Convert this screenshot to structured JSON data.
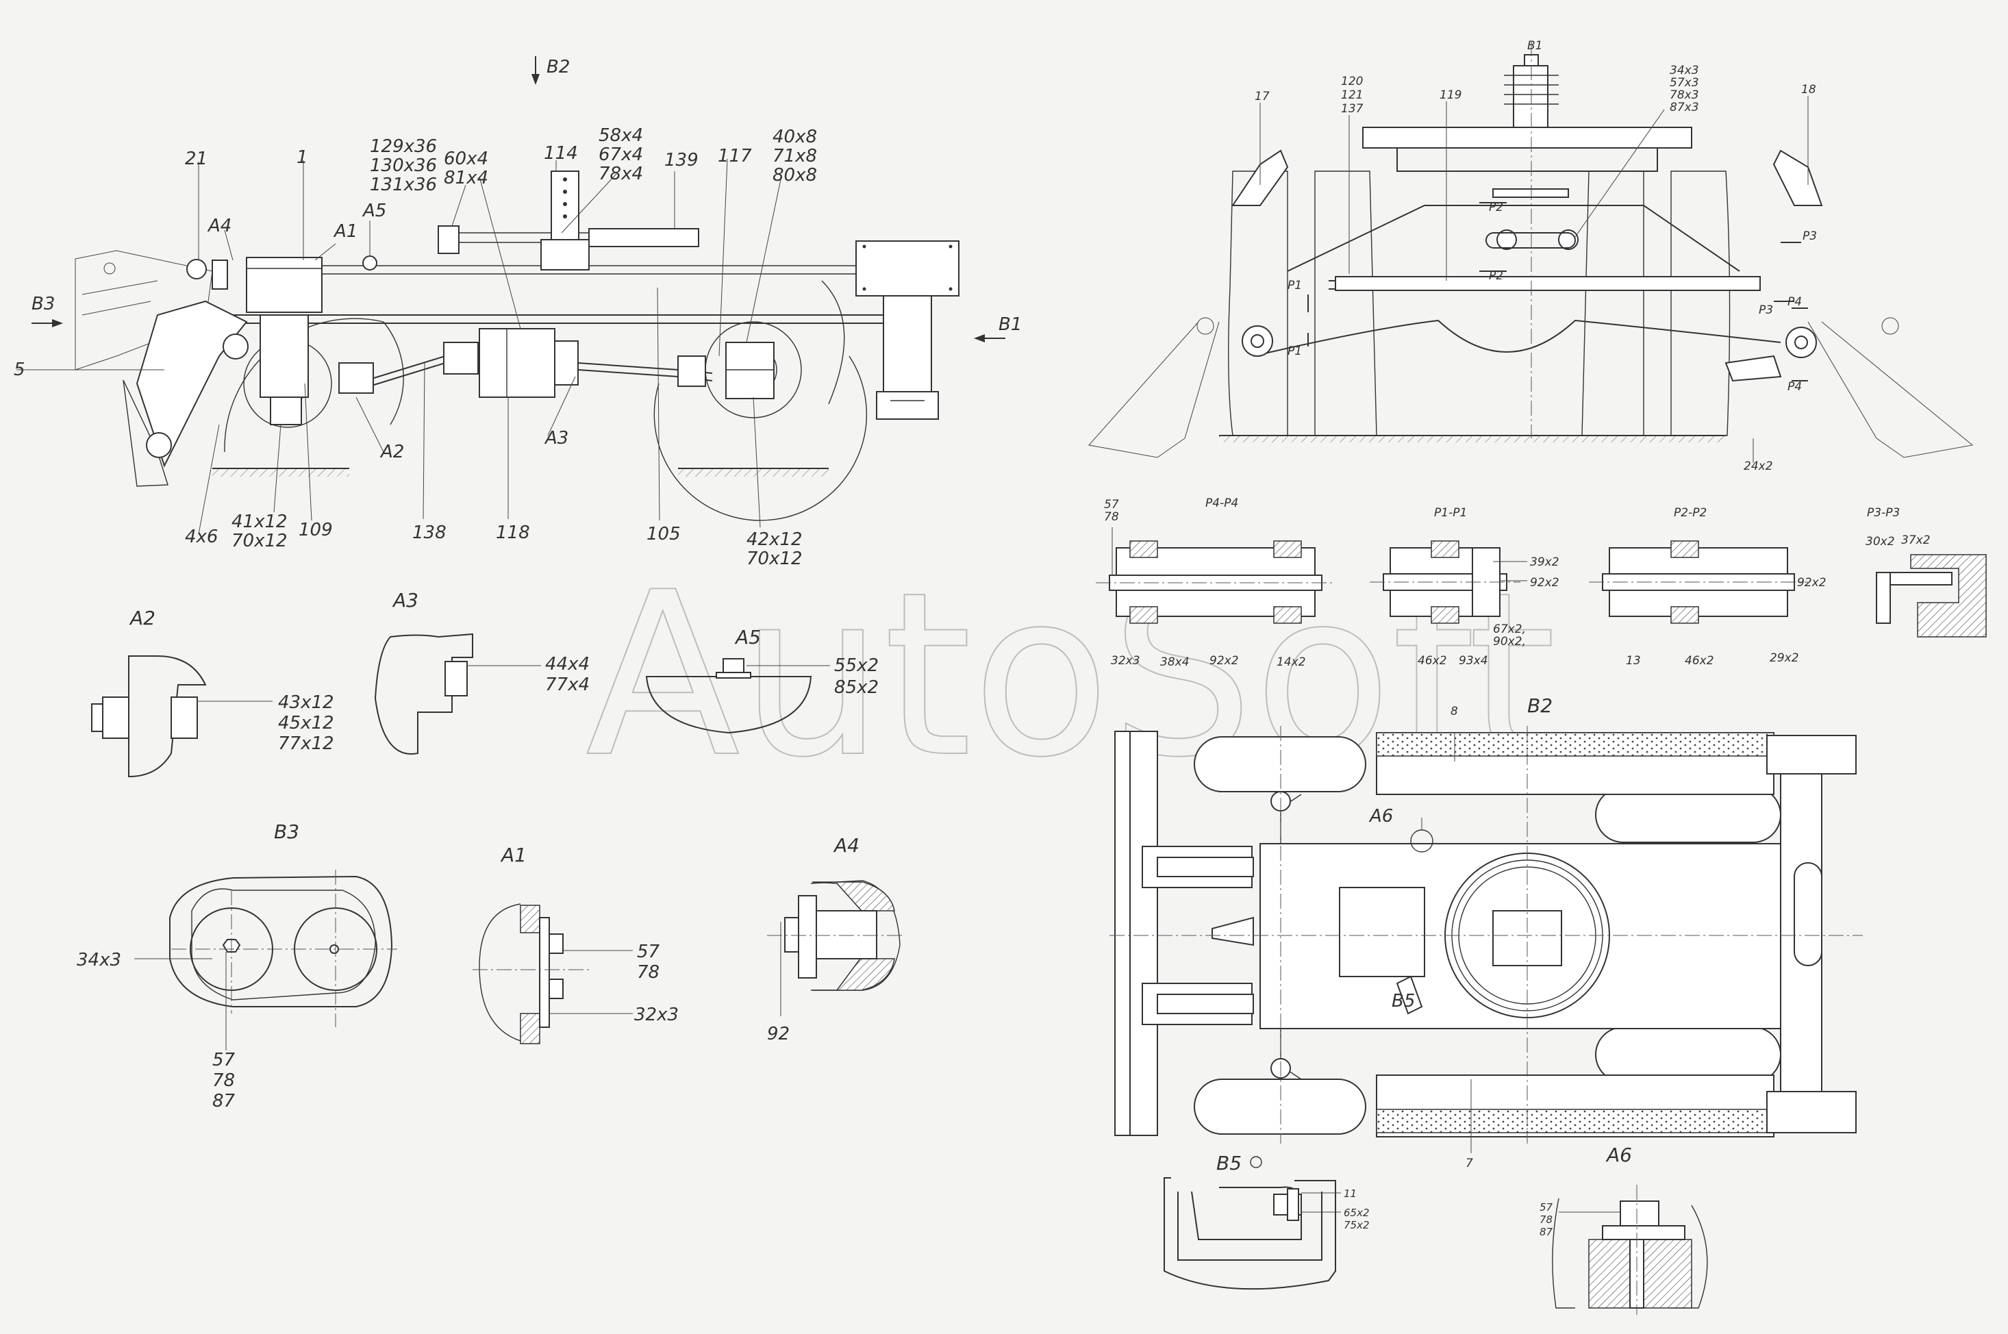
{
  "watermark": "AutoSoft",
  "views": {
    "v_b2_arrow": "B2",
    "v_b3_arrow": "B3",
    "v_b1_arrow": "B1",
    "v_a2": "A2",
    "v_a3": "A3",
    "v_a5": "A5",
    "v_b3": "B3",
    "v_a1": "A1",
    "v_a4": "A4",
    "v_b1": "B1",
    "v_b2": "B2",
    "v_b5": "B5",
    "v_a6": "A6",
    "v_p4": "P4-P4",
    "v_p1": "P1-P1",
    "v_p2": "P2-P2",
    "v_p3": "P3-P3"
  },
  "side_view": {
    "lbl_21": "21",
    "lbl_1": "1",
    "lbl_a4": "A4",
    "lbl_a1": "A1",
    "lbl_a5": "A5",
    "lbl_129": "129x36",
    "lbl_130": "130x36",
    "lbl_131": "131x36",
    "lbl_60": "60x4",
    "lbl_81": "81x4",
    "lbl_114": "114",
    "lbl_58": "58x4",
    "lbl_67": "67x4",
    "lbl_78": "78x4",
    "lbl_139": "139",
    "lbl_117": "117",
    "lbl_40": "40x8",
    "lbl_71": "71x8",
    "lbl_80": "80x8",
    "lbl_5": "5",
    "lbl_a2": "A2",
    "lbl_a3": "A3",
    "lbl_4x6": "4x6",
    "lbl_41": "41x12",
    "lbl_70a": "70x12",
    "lbl_109": "109",
    "lbl_138": "138",
    "lbl_118": "118",
    "lbl_105": "105",
    "lbl_42": "42x12",
    "lbl_70b": "70x12"
  },
  "detail_a2": {
    "l1": "43x12",
    "l2": "45x12",
    "l3": "77x12"
  },
  "detail_a3": {
    "l1": "44x4",
    "l2": "77x4"
  },
  "detail_a5": {
    "l1": "55x2",
    "l2": "85x2"
  },
  "detail_b3": {
    "l1": "34x3",
    "l2": "57",
    "l3": "78",
    "l4": "87"
  },
  "detail_a1": {
    "l1": "57",
    "l2": "78",
    "l3": "32x3"
  },
  "detail_a4": {
    "l1": "92"
  },
  "front_view": {
    "lbl_17": "17",
    "lbl_18": "18",
    "lbl_120": "120",
    "lbl_121": "121",
    "lbl_137": "137",
    "lbl_119": "119",
    "lbl_34": "34x3",
    "lbl_57": "57x3",
    "lbl_78": "78x3",
    "lbl_87": "87x3",
    "lbl_p1a": "P1",
    "lbl_p1b": "P1",
    "lbl_p2a": "P2",
    "lbl_p2b": "P2",
    "lbl_p3a": "P3",
    "lbl_p3b": "P3",
    "lbl_p4a": "P4",
    "lbl_p4b": "P4",
    "lbl_24": "24x2"
  },
  "sections": {
    "p4_57": "57",
    "p4_78": "78",
    "p4_32": "32x3",
    "p4_38": "38x4",
    "p4_92": "92x2",
    "p4_14": "14x2",
    "p1_39": "39x2",
    "p1_92": "92x2",
    "p1_67": "67x2,",
    "p1_90": "90x2,",
    "p1_46": "46x2",
    "p1_93": "93x4",
    "p2_92": "92x2",
    "p2_13": "13",
    "p2_46": "46x2",
    "p2_29": "29x2",
    "p3_30": "30x2",
    "p3_37": "37x2"
  },
  "plan_view": {
    "lbl_8": "8",
    "lbl_a6": "A6",
    "lbl_b5": "B5",
    "lbl_7": "7"
  },
  "detail_b5": {
    "l1": "11",
    "l2": "65x2",
    "l3": "75x2"
  },
  "detail_a6": {
    "l1": "57",
    "l2": "78",
    "l3": "87"
  }
}
